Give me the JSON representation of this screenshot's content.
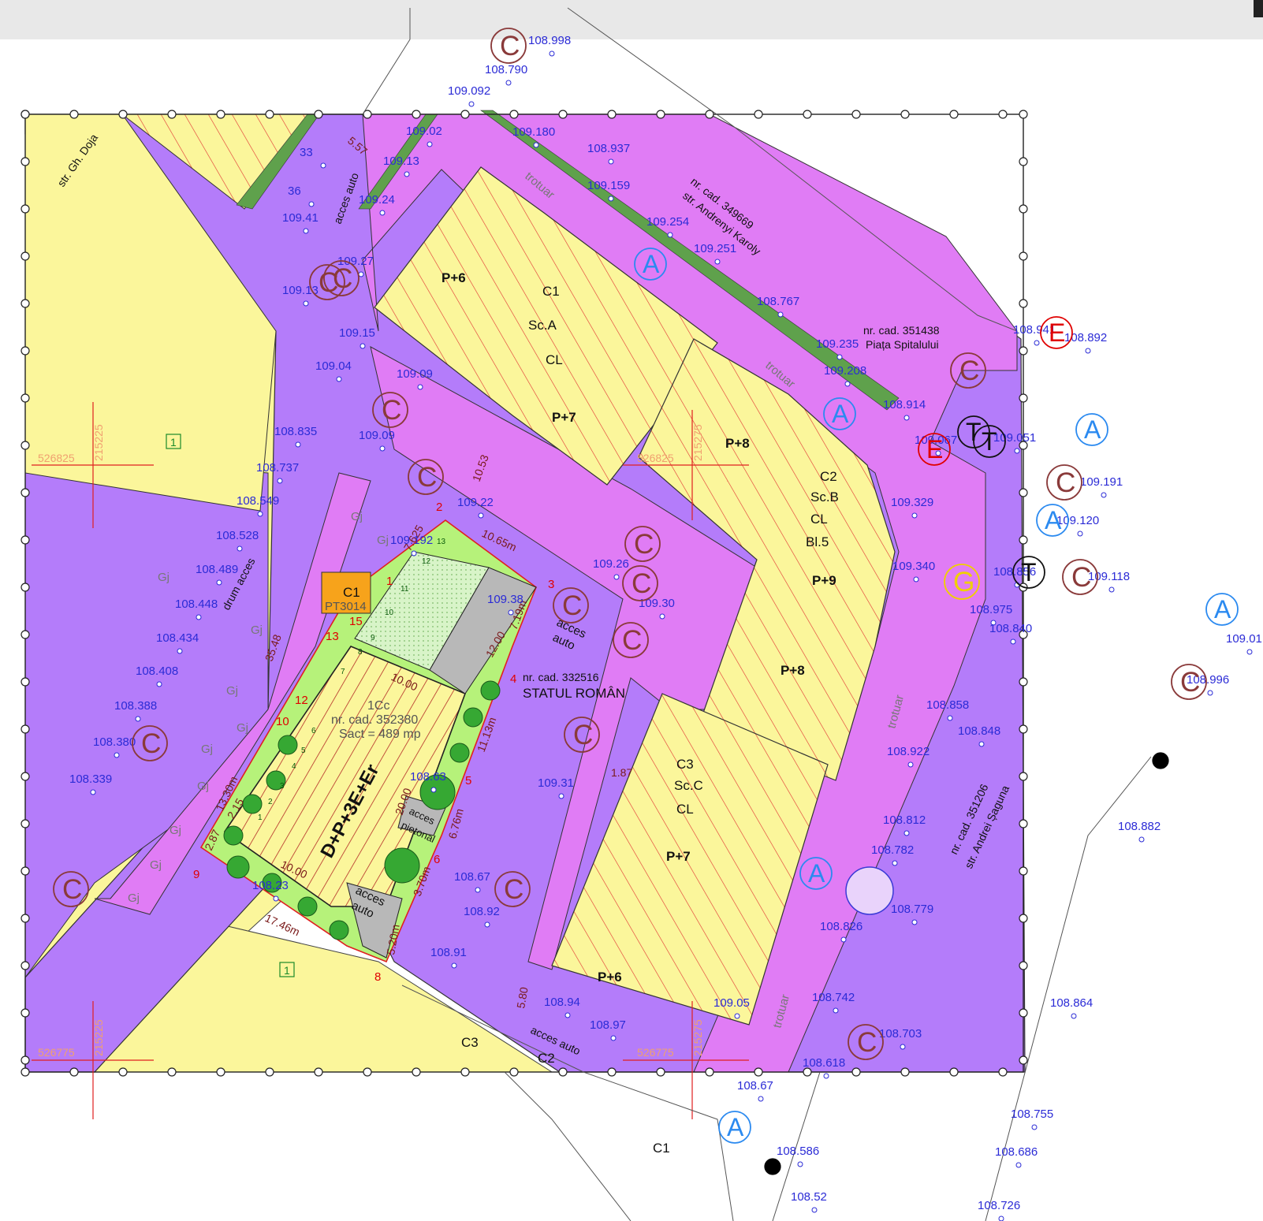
{
  "streets": {
    "doja": "str. Gh. Doja",
    "andrenyi_cad": "nr. cad. 349669",
    "andrenyi": "str. Andrenyi Karoly",
    "piata_cad": "nr. cad. 351438",
    "piata": "Piața Spitalului",
    "saguna_cad": "nr. cad. 351206",
    "saguna": "str. Andrei Șaguna",
    "statul_cad": "nr. cad. 332516",
    "statul": "STATUL ROMÂN",
    "drum": "drum acces",
    "acces_auto": "acces auto",
    "trotuar": "trotuar"
  },
  "buildings": {
    "c1_name": "C1",
    "c1_sc": "Sc.A",
    "c1_cl": "CL",
    "c1_h1": "P+6",
    "c1_h2": "P+7",
    "c2_name": "C2",
    "c2_sc": "Sc.B",
    "c2_cl": "CL",
    "c2_bl": "Bl.5",
    "c2_h1": "P+8",
    "c2_h2": "P+9",
    "c2_h3": "P+8",
    "c3_name": "C3",
    "c3_sc": "Sc.C",
    "c3_cl": "CL",
    "c3_h1": "P+7",
    "c3_h2": "P+6",
    "pt_name": "C1",
    "pt_code": "PT3014",
    "plot_id": "1Cc",
    "plot_cad": "nr. cad. 352380",
    "plot_area": "Sact = 489 mp",
    "plot_height": "D+P+3E+Er",
    "c3_bottom": "C3",
    "c2_bottom": "C2",
    "c1_bottom": "C1",
    "zone_1": "1"
  },
  "access": {
    "acces1": "acces",
    "auto1": "auto",
    "acces2": "acces",
    "auto2": "auto",
    "acces3": "acces",
    "pietonal": "pietonal"
  },
  "dimensions": [
    "5.57",
    "10.53",
    "35.48",
    "10.65m",
    "7.625",
    "7.19m",
    "12.00",
    "11.13m",
    "20.00",
    "6.76m",
    "3.70m",
    "5.20m",
    "13.30m",
    "2.15",
    "2.87",
    "10.00",
    "17.46m",
    "1.87",
    "5.80",
    "10.00"
  ],
  "points": [
    "1",
    "2",
    "3",
    "4",
    "5",
    "6",
    "8",
    "9",
    "10",
    "12",
    "13",
    "15"
  ],
  "levels": [
    "108.998",
    "108.790",
    "109.092",
    "109.180",
    "108.937",
    "109.159",
    "109.254",
    "109.251",
    "108.767",
    "109.235",
    "109.208",
    "108.914",
    "108.941",
    "108.892",
    "109.067",
    "109.051",
    "109.191",
    "109.120",
    "109.329",
    "109.340",
    "108.856",
    "109.118",
    "108.975",
    "108.840",
    "109.01",
    "108.996",
    "108.858",
    "108.848",
    "108.922",
    "108.812",
    "108.782",
    "108.779",
    "108.826",
    "108.882",
    "108.742",
    "108.703",
    "108.864",
    "108.618",
    "108.67",
    "108.586",
    "108.755",
    "108.686",
    "108.52",
    "108.726",
    "109.02",
    "109.13",
    "109.24",
    "109.41",
    "109.27",
    "109.13",
    "109.15",
    "109.04",
    "109.09",
    "108.835",
    "109.09",
    "108.737",
    "108.549",
    "108.528",
    "108.489",
    "108.448",
    "108.434",
    "108.408",
    "108.388",
    "108.380",
    "108.339",
    "109.22",
    "109.192",
    "109.38",
    "109.26",
    "109.30",
    "109.31",
    "108.63",
    "108.67",
    "108.92",
    "108.91",
    "108.94",
    "108.97",
    "109.05",
    "108.23",
    "33",
    "36"
  ],
  "grid": {
    "a": "526825",
    "b": "215225",
    "c": "526825",
    "d": "215275",
    "e": "526775",
    "f": "215225",
    "g": "526775",
    "h": "215275"
  },
  "garages": "Gj",
  "symbols": {
    "c": "C",
    "a": "A",
    "t": "T",
    "e": "E",
    "g": "G"
  },
  "parking": [
    "1",
    "2",
    "3",
    "4",
    "5",
    "6",
    "7",
    "8",
    "9",
    "10",
    "11",
    "12",
    "13"
  ]
}
